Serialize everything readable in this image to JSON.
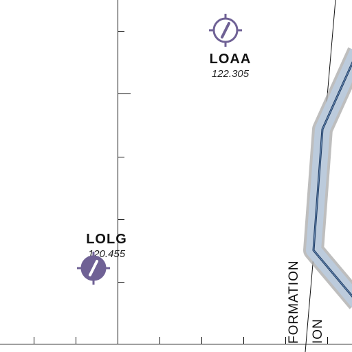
{
  "airports": [
    {
      "ident": "LOAA",
      "frequency": "122.305"
    },
    {
      "ident": "LOLG",
      "frequency": "120.455"
    }
  ],
  "airspace_labels": [
    {
      "text": "FORMATION"
    },
    {
      "text": "ION"
    }
  ],
  "colors": {
    "airport_symbol": "#6f6195",
    "boundary_line": "#1f3d66",
    "boundary_halo": "#bccbdc",
    "boundary_shadow": "#a8a8a8",
    "grid_line": "#111111"
  },
  "icons": {
    "airport": "airport-runway-icon"
  }
}
